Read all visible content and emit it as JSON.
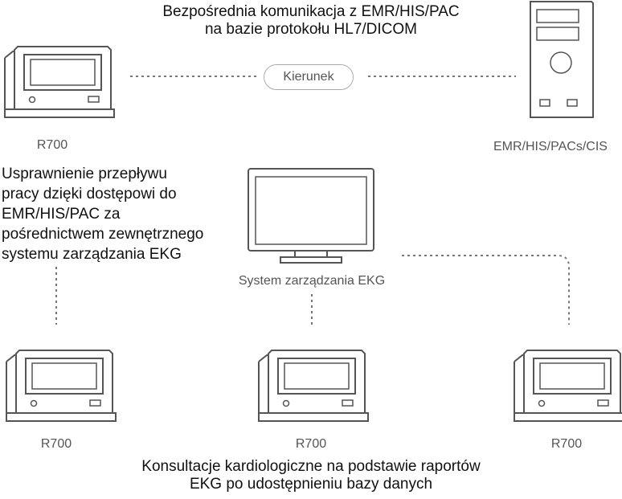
{
  "header": {
    "line1": "Bezpośrednia komunikacja z EMR/HIS/PAC",
    "line2": "na bazie protokołu HL7/DICOM"
  },
  "connection_label": "Kierunek",
  "devices": {
    "top_left": "R700",
    "server": "EMR/HIS/PACs/CIS",
    "monitor": "System zarządzania EKG",
    "bottom_left": "R700",
    "bottom_middle": "R700",
    "bottom_right": "R700"
  },
  "workflow_text": {
    "line1": "Usprawnienie przepływu",
    "line2": "pracy dzięki dostępowi do",
    "line3": "EMR/HIS/PAC za",
    "line4": "pośrednictwem zewnętrznego",
    "line5": "systemu zarządzania EKG"
  },
  "footer": {
    "line1": "Konsultacje kardiologiczne na podstawie raportów",
    "line2": "EKG po udostępnieniu bazy danych"
  },
  "colors": {
    "line": "#555555",
    "dotted": "#777777",
    "text": "#111111",
    "label": "#555555"
  }
}
